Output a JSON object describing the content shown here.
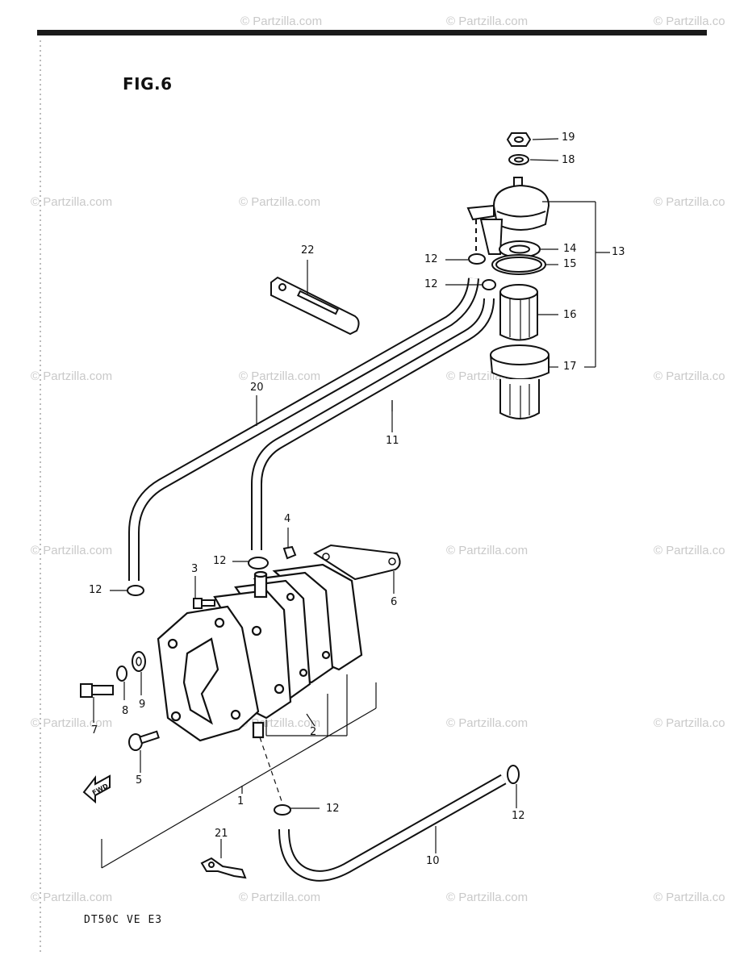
{
  "figure": {
    "title": "FIG.6",
    "footer_code": "DT50C VE E3"
  },
  "watermark": "© Partzilla.com",
  "watermark_partial": "© Partzilla.co",
  "callouts": {
    "c1": "1",
    "c2": "2",
    "c3": "3",
    "c4": "4",
    "c5": "5",
    "c6": "6",
    "c7": "7",
    "c8": "8",
    "c9": "9",
    "c10": "10",
    "c11": "11",
    "c12a": "12",
    "c12b": "12",
    "c12c": "12",
    "c12d": "12",
    "c12e": "12",
    "c12f": "12",
    "c13": "13",
    "c14": "14",
    "c15": "15",
    "c16": "16",
    "c17": "17",
    "c18": "18",
    "c19": "19",
    "c20": "20",
    "c21": "21",
    "c22": "22"
  }
}
